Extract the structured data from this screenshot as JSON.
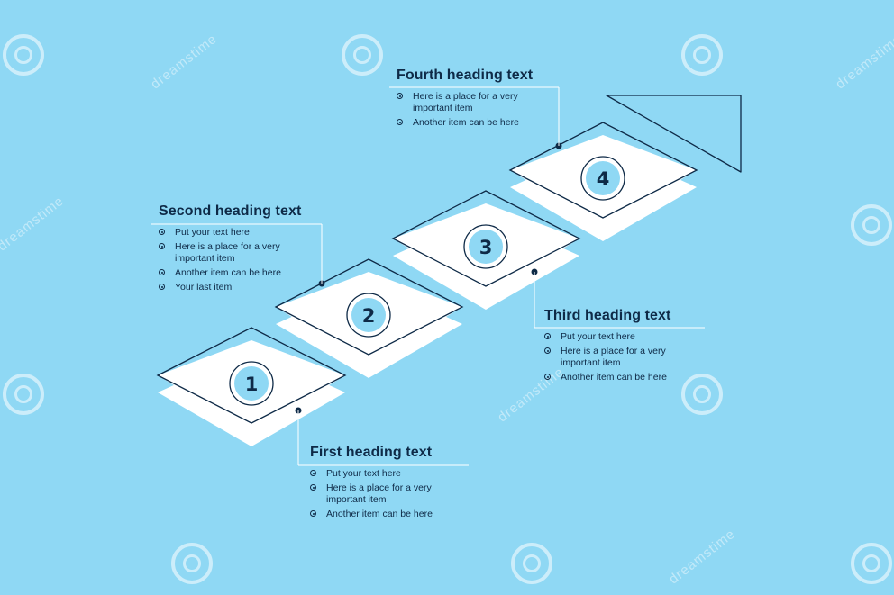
{
  "steps": [
    {
      "number": "1"
    },
    {
      "number": "2"
    },
    {
      "number": "3"
    },
    {
      "number": "4"
    }
  ],
  "blocks": [
    {
      "heading": "First heading text",
      "items": [
        "Put your text here",
        "Here is a place for a very important item",
        "Another item can be here"
      ]
    },
    {
      "heading": "Second heading text",
      "items": [
        "Put your text here",
        "Here is a place for a very important item",
        "Another item can be here",
        "Your last item"
      ]
    },
    {
      "heading": "Third heading text",
      "items": [
        "Put your text here",
        "Here is a place for a very important item",
        "Another item can be here"
      ]
    },
    {
      "heading": "Fourth heading text",
      "items": [
        "Here is a place for a very important item",
        "Another item can be here"
      ]
    }
  ],
  "watermark": {
    "text": "dreamstime"
  },
  "colors": {
    "background": "#8fd8f4",
    "ink": "#0e2a47",
    "tile": "#ffffff"
  }
}
